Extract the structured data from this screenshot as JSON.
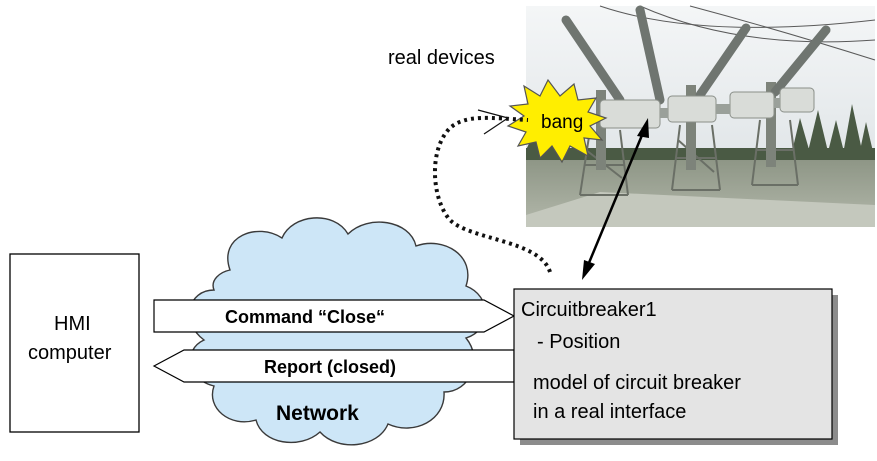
{
  "labels": {
    "real_devices": "real devices",
    "bang": "bang",
    "hmi_line1": "HMI",
    "hmi_line2": "computer",
    "network": "Network",
    "command": "Command “Close“",
    "report": "Report (closed)",
    "breaker_name": "Circuitbreaker1",
    "breaker_position": "- Position",
    "model_line1": "model of circuit breaker",
    "model_line2": "in a real interface"
  },
  "colors": {
    "cloud_fill": "#cde6f7",
    "cloud_stroke": "#3a3a3a",
    "burst_fill": "#ffee00",
    "model_fill": "#e4e4e4",
    "model_shadow": "#8c8c8c",
    "photo_sky": "#e8ecef",
    "photo_ground": "#9aa190"
  },
  "icons": {
    "photo": "substation-photo",
    "burst": "explosion-burst"
  }
}
